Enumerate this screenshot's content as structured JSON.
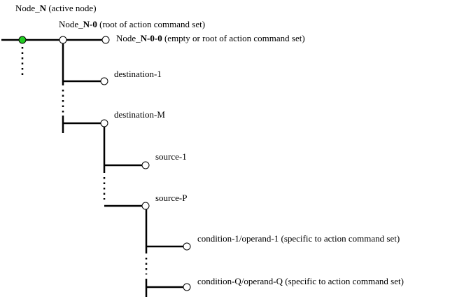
{
  "colors": {
    "active_node_fill": "#22cc22",
    "node_fill": "#ffffff",
    "line": "#000000"
  },
  "labels": {
    "node_n": {
      "prefix": "Node_",
      "emph": "N",
      "suffix": " (active node)"
    },
    "node_n0": {
      "prefix": "Node_",
      "emph": "N-0",
      "suffix": " (root of action command set)"
    },
    "node_n00": {
      "prefix": "Node_",
      "emph": "N-0-0",
      "suffix": " (empty or root of action command set)"
    },
    "destination_1": "destination-1",
    "destination_m": "destination-M",
    "source_1": "source-1",
    "source_p": "source-P",
    "condition_1": "condition-1/operand-1 (specific to action command set)",
    "condition_q": "condition-Q/operand-Q (specific to action command set)"
  }
}
